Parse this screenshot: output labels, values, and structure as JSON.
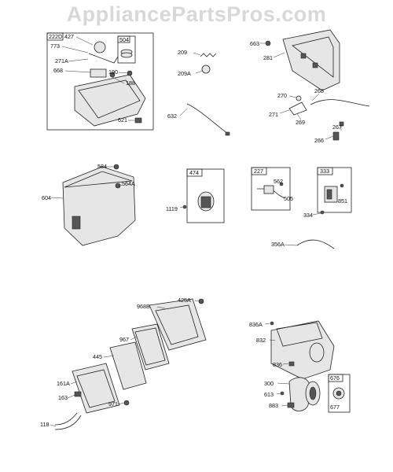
{
  "watermark": "AppliancePartsPros.com",
  "groups": [
    {
      "label": "222D"
    },
    {
      "label": "504"
    },
    {
      "label": "474"
    },
    {
      "label": "227"
    },
    {
      "label": "333"
    },
    {
      "label": "676"
    }
  ],
  "callouts": [
    "427",
    "773",
    "271A",
    "668",
    "190",
    "188",
    "621",
    "209",
    "209A",
    "632",
    "663",
    "281",
    "270",
    "268",
    "271",
    "269",
    "267",
    "266",
    "584",
    "564A",
    "604",
    "1119",
    "562",
    "505",
    "851",
    "334",
    "356A",
    "968B",
    "425A",
    "967",
    "445",
    "161A",
    "163",
    "971",
    "118",
    "836A",
    "832",
    "836",
    "300",
    "613",
    "883",
    "677"
  ]
}
